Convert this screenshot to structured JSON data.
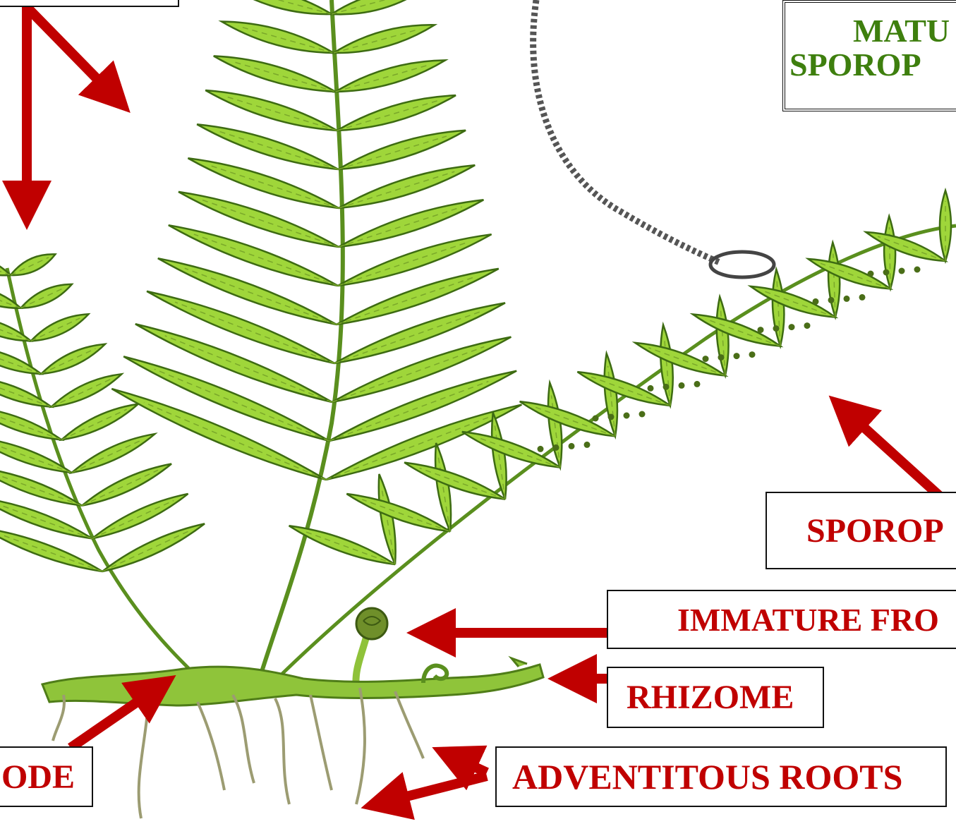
{
  "labels": {
    "mature_line1": "MATU",
    "mature_line2": "SPOROP",
    "sporophyll": "SPOROP",
    "immature_frond": "IMMATURE FRO",
    "rhizome": "RHIZOME",
    "node": "ODE",
    "adventitious_roots": "ADVENTITOUS ROOTS"
  },
  "colors": {
    "arrow": "#c00000",
    "leaf_fill": "#9fd63a",
    "leaf_stroke": "#3d6b12",
    "title_text": "#3e7f0e",
    "label_text": "#c00000"
  }
}
